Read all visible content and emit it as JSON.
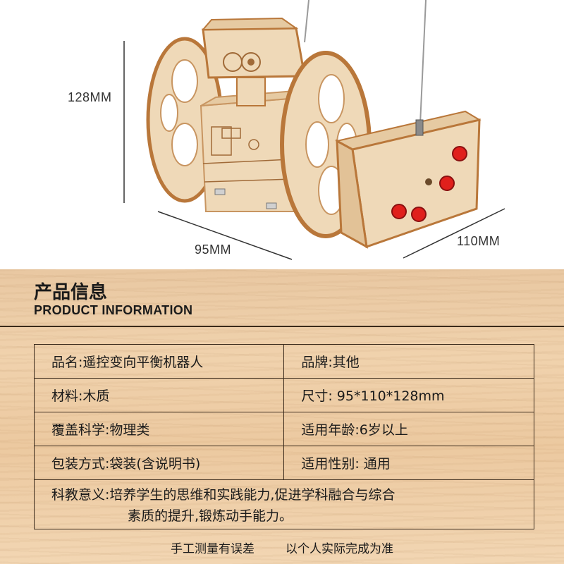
{
  "dimensions": {
    "height": "128MM",
    "width": "95MM",
    "depth": "110MM"
  },
  "section": {
    "title_cn": "产品信息",
    "title_en": "PRODUCT INFORMATION"
  },
  "info_rows": [
    {
      "left": "品名:遥控变向平衡机器人",
      "right": "品牌:其他"
    },
    {
      "left": "材料:木质",
      "right": "尺寸:  95*110*128mm"
    },
    {
      "left": "覆盖科学:物理类",
      "right": "适用年龄:6岁以上"
    },
    {
      "left": "包装方式:袋装(含说明书)",
      "right": "适用性别:  通用"
    }
  ],
  "significance": {
    "line1": "科教意义:培养学生的思维和实践能力,促进学科融合与综合",
    "line2": "素质的提升,锻炼动手能力。"
  },
  "footer": {
    "note1": "手工测量有误差",
    "note2": "以个人实际完成为准"
  },
  "colors": {
    "wood_light": "#efd9b8",
    "wood_edge": "#b9773a",
    "button_red": "#e0201c",
    "table_border": "#3b2b1c"
  }
}
